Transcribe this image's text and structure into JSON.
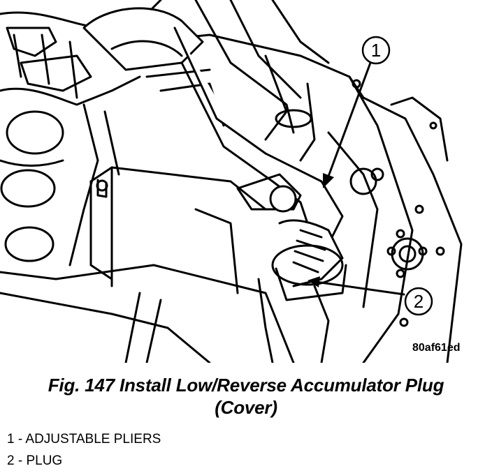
{
  "figure": {
    "code": "80af61ed",
    "caption_line1": "Fig. 147 Install Low/Reverse Accumulator Plug",
    "caption_line2": "(Cover)"
  },
  "callouts": [
    "1",
    "2"
  ],
  "legend": [
    "1 - ADJUSTABLE PLIERS",
    "2 - PLUG"
  ]
}
